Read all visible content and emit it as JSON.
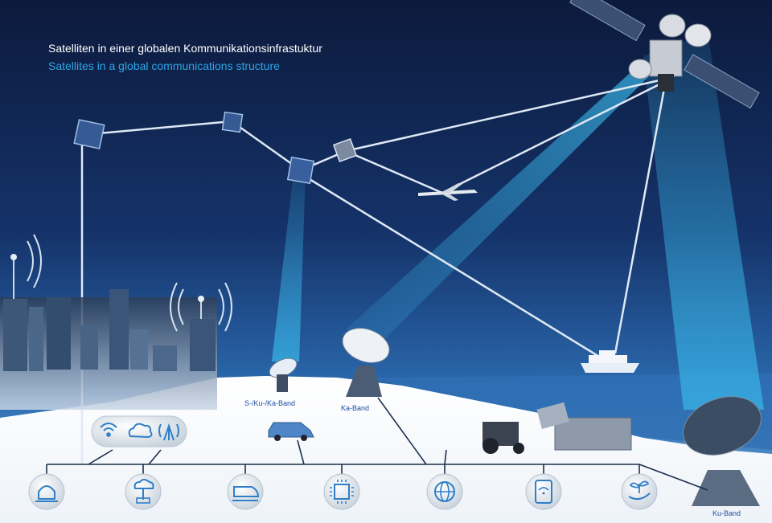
{
  "header": {
    "title_de": "Satelliten in einer globalen Kommunikationsinfrastuktur",
    "title_en": "Satellites in a global communications structure"
  },
  "labels": {
    "s_ku_ka_band": "S-/Ku-/Ka-Band",
    "ka_band": "Ka-Band",
    "ku_band": "Ku-Band"
  },
  "bottom_icons": [
    {
      "name": "siren-icon"
    },
    {
      "name": "cloud-network-icon"
    },
    {
      "name": "train-icon"
    },
    {
      "name": "chip-icon"
    },
    {
      "name": "www-globe-icon"
    },
    {
      "name": "tablet-wifi-icon"
    },
    {
      "name": "plant-hand-icon"
    }
  ],
  "connectivity_icons": [
    "wifi-icon",
    "cloud-icon",
    "cell-tower-icon"
  ],
  "colors": {
    "sky_top": "#0d1b3e",
    "sky_bottom": "#1f5fa8",
    "beam": "#3fb8e8",
    "link_line": "#dfe9f5",
    "accent_text": "#2ea6e8"
  }
}
